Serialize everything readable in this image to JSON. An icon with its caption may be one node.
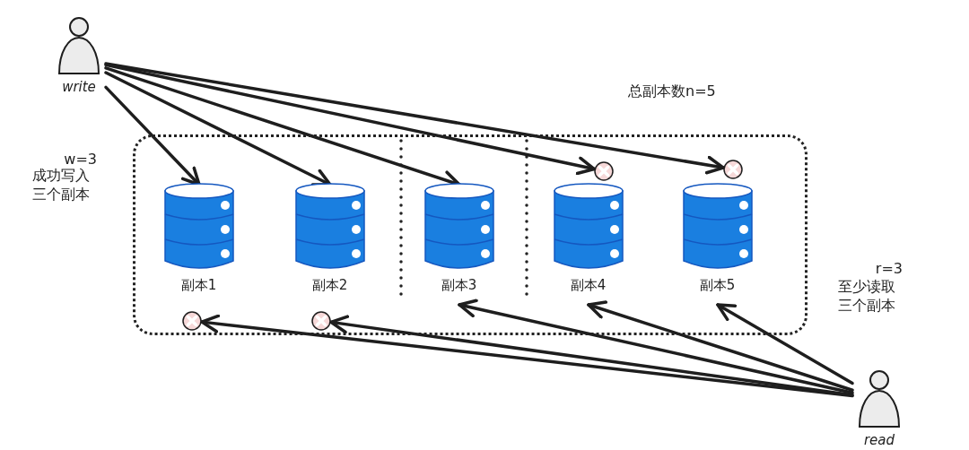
{
  "diagram": {
    "nodes": [
      {
        "text": [],
        "shape": "box"
      },
      {
        "text": [],
        "shape": "person",
        "beside": [
          "write"
        ]
      },
      {
        "text": [],
        "shape": "cylinder",
        "in": 0,
        "beside": [
          "副本1"
        ]
      },
      {
        "text": [],
        "shape": "cylinder",
        "in": 0,
        "beside": [
          "副本2"
        ]
      },
      {
        "text": [],
        "shape": "cylinder",
        "in": 0,
        "beside": [
          "副本3"
        ]
      },
      {
        "text": [],
        "shape": "cylinder",
        "in": 0,
        "beside": [
          "副本4"
        ]
      },
      {
        "text": [],
        "shape": "cylinder",
        "in": 0,
        "beside": [
          "副本5"
        ]
      },
      {
        "text": [],
        "shape": "person",
        "beside": [
          "read"
        ]
      },
      {
        "text": [],
        "shape": "circle",
        "in": 0
      },
      {
        "text": [],
        "shape": "circle",
        "in": 0
      },
      {
        "text": [],
        "shape": "circle",
        "in": 0
      },
      {
        "text": [],
        "shape": "circle",
        "in": 0
      }
    ],
    "edges": [
      {
        "from": 1,
        "to": 2,
        "arrow": "to"
      },
      {
        "from": 1,
        "to": 3,
        "arrow": "to"
      },
      {
        "from": 1,
        "to": 4,
        "arrow": "to"
      },
      {
        "from": 1,
        "to": 8,
        "arrow": "to"
      },
      {
        "from": 1,
        "to": 9,
        "arrow": "to"
      },
      {
        "from": 7,
        "to": 10,
        "arrow": "to"
      },
      {
        "from": 7,
        "to": 11,
        "arrow": "to"
      },
      {
        "from": 7,
        "to": 4,
        "arrow": "to"
      },
      {
        "from": 7,
        "to": 5,
        "arrow": "to"
      },
      {
        "from": 7,
        "to": 6,
        "arrow": "to"
      }
    ],
    "labels": [
      "总副本数n=5",
      "w=3",
      "成功写入三个副本",
      "r=3",
      "至少读取三个副本"
    ]
  }
}
